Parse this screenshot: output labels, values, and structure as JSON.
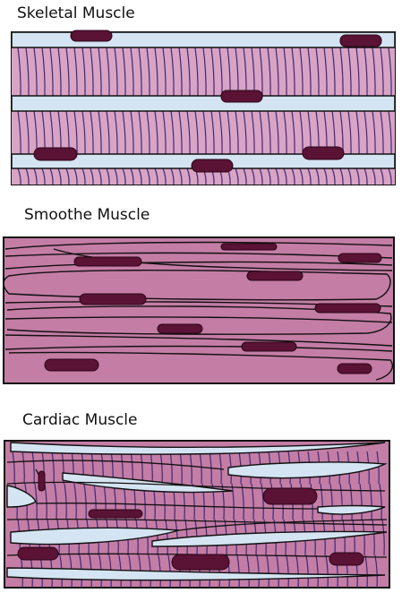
{
  "labels": {
    "skeletal": "Skeletal Muscle",
    "smooth": "Smoothe Muscle",
    "cardiac": "Cardiac Muscle"
  },
  "colors": {
    "fiber": "#c47da5",
    "fiber_light": "#d9a3c4",
    "connective": "#d4e4f2",
    "nucleus": "#5a1235",
    "striation": "#3d2a78",
    "outline": "#111111"
  }
}
